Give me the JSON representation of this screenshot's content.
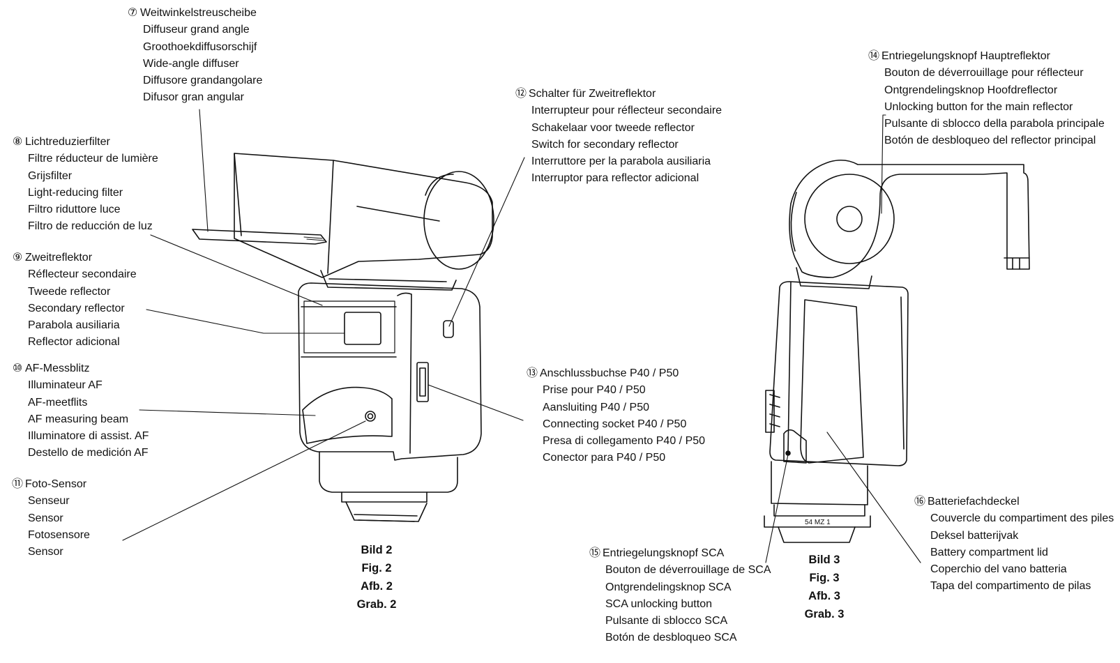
{
  "callouts": {
    "c7": {
      "num": "⑦",
      "lines": [
        "Weitwinkelstreuscheibe",
        "Diffuseur grand angle",
        "Groothoekdiffusorschijf",
        "Wide-angle diffuser",
        "Diffusore grandangolare",
        "Difusor gran angular"
      ]
    },
    "c8": {
      "num": "⑧",
      "lines": [
        "Lichtreduzierfilter",
        "Filtre réducteur de lumière",
        "Grijsfilter",
        "Light-reducing filter",
        "Filtro riduttore luce",
        "Filtro de reducción de luz"
      ]
    },
    "c9": {
      "num": "⑨",
      "lines": [
        "Zweitreflektor",
        "Réflecteur secondaire",
        "Tweede reflector",
        "Secondary reflector",
        "Parabola ausiliaria",
        "Reflector adicional"
      ]
    },
    "c10": {
      "num": "⑩",
      "lines": [
        "AF-Messblitz",
        "Illuminateur AF",
        "AF-meetflits",
        "AF measuring beam",
        "Illuminatore di assist. AF",
        "Destello de medición AF"
      ]
    },
    "c11": {
      "num": "⑪",
      "lines": [
        "Foto-Sensor",
        "Senseur",
        "Sensor",
        "Fotosensore",
        "Sensor"
      ]
    },
    "c12": {
      "num": "⑫",
      "lines": [
        "Schalter für Zweitreflektor",
        "Interrupteur pour réflecteur secondaire",
        "Schakelaar voor tweede reflector",
        "Switch for secondary reflector",
        "Interruttore per la parabola ausiliaria",
        "Interruptor para reflector adicional"
      ]
    },
    "c13": {
      "num": "⑬",
      "lines": [
        "Anschlussbuchse P40 / P50",
        "Prise pour P40 / P50",
        "Aansluiting P40 / P50",
        "Connecting socket P40 / P50",
        "Presa di collegamento P40 / P50",
        "Conector para P40 / P50"
      ]
    },
    "c14": {
      "num": "⑭",
      "lines": [
        "Entriegelungsknopf Hauptreflektor",
        "Bouton de déverrouillage pour réflecteur",
        "Ontgrendelingsknop Hoofdreflector",
        "Unlocking button for the main reflector",
        "Pulsante di sblocco della parabola principale",
        "Botón de desbloqueo del reflector principal"
      ]
    },
    "c15": {
      "num": "⑮",
      "lines": [
        "Entriegelungsknopf SCA",
        "Bouton de déverrouillage de SCA",
        "Ontgrendelingsknop SCA",
        "SCA unlocking button",
        "Pulsante di sblocco SCA",
        "Botón de desbloqueo SCA"
      ]
    },
    "c16": {
      "num": "⑯",
      "lines": [
        "Batteriefachdeckel",
        "Couvercle du compartiment des piles",
        "Deksel batterijvak",
        "Battery compartment lid",
        "Coperchio del vano batteria",
        "Tapa del compartimento de pilas"
      ]
    }
  },
  "captions": {
    "fig2": [
      "Bild 2",
      "Fig. 2",
      "Afb. 2",
      "Grab. 2"
    ],
    "fig3": [
      "Bild 3",
      "Fig. 3",
      "Afb. 3",
      "Grab. 3"
    ]
  },
  "model_label": "54 MZ 1"
}
